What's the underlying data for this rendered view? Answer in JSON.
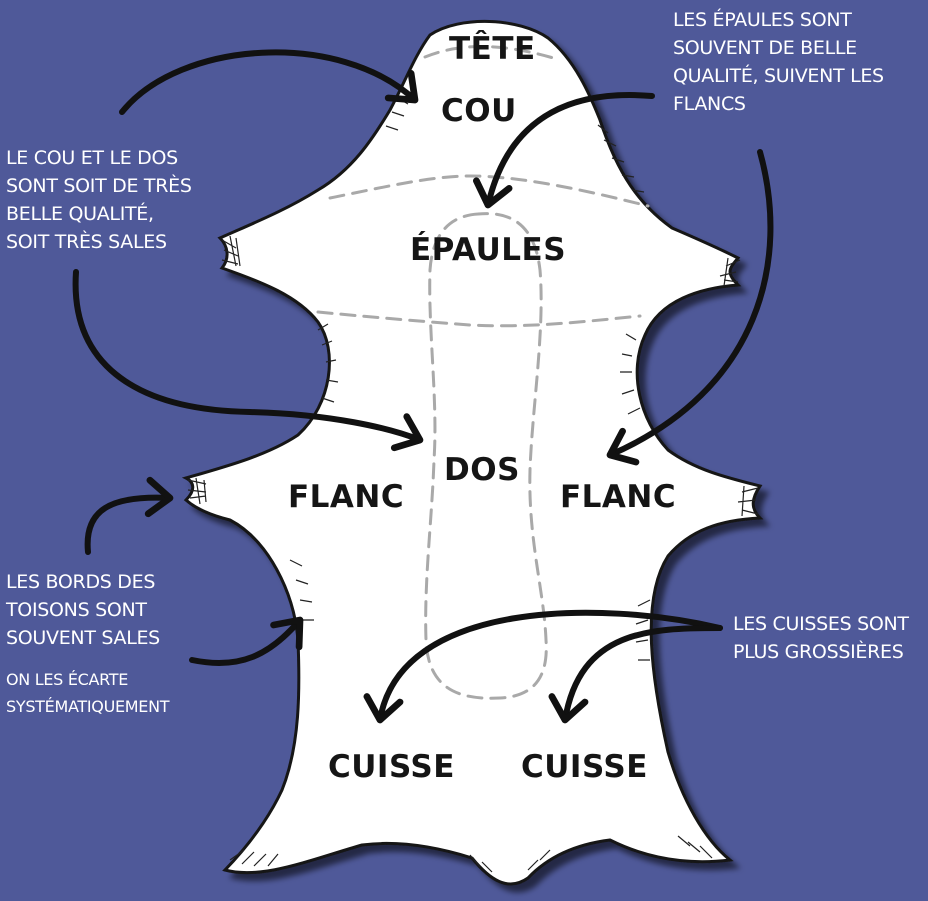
{
  "colors": {
    "background": "#4f5999",
    "fleece": "#ffffff",
    "outline": "#151515",
    "dashed_lines": "#a9a9a9",
    "note_text": "#ffffff"
  },
  "regions": {
    "tete": "TÊTE",
    "cou": "COU",
    "epaules": "ÉPAULES",
    "dos": "DOS",
    "flanc_left": "FLANC",
    "flanc_right": "FLANC",
    "cuisse_left": "CUISSE",
    "cuisse_right": "CUISSE"
  },
  "notes": {
    "cou_dos": "LE COU ET LE DOS\nSONT SOIT DE TRÈS\nBELLE QUALITÉ,\nSOIT TRÈS SALES",
    "epaules": "LES ÉPAULES SONT\nSOUVENT DE BELLE\nQUALITÉ, SUIVENT LES\nFLANCS",
    "bords": "LES BORDS DES\nTOISONS SONT\nSOUVENT SALES",
    "bords_sub": "ON LES ÉCARTE\nSYSTÉMATIQUEMENT",
    "cuisses": "LES CUISSES SONT\nPLUS GROSSIÈRES"
  }
}
